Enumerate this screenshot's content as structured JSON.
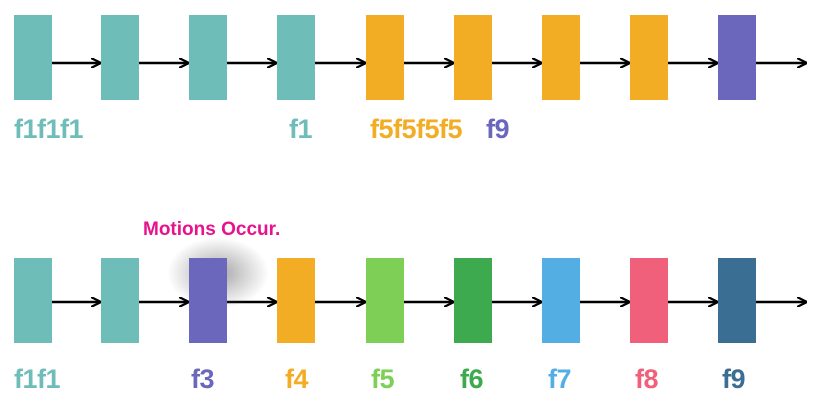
{
  "colors": {
    "teal": "#6fbdb9",
    "orange": "#f2ad24",
    "purple": "#6a67bd",
    "green_light": "#7dcf55",
    "green_dark": "#3daa4f",
    "blue": "#53aee4",
    "pink": "#f0607a",
    "navy": "#3a6e92",
    "annotation": "#e8128c"
  },
  "row1": {
    "boxes": [
      "teal",
      "teal",
      "teal",
      "teal",
      "orange",
      "orange",
      "orange",
      "orange",
      "purple"
    ],
    "label_groups": [
      {
        "text": "f1f1f1",
        "color": "teal"
      },
      {
        "text": "f1",
        "color": "teal"
      },
      {
        "text": "f5f5f5f5",
        "color": "orange"
      },
      {
        "text": "f9",
        "color": "purple"
      }
    ]
  },
  "row2": {
    "boxes": [
      "teal",
      "teal",
      "purple",
      "orange",
      "green_light",
      "green_dark",
      "blue",
      "pink",
      "navy"
    ],
    "labels": [
      {
        "text": "f1f1",
        "color": "teal"
      },
      {
        "text": "f3",
        "color": "purple"
      },
      {
        "text": "f4",
        "color": "orange"
      },
      {
        "text": "f5",
        "color": "green_light"
      },
      {
        "text": "f6",
        "color": "green_dark"
      },
      {
        "text": "f7",
        "color": "blue"
      },
      {
        "text": "f8",
        "color": "pink"
      },
      {
        "text": "f9",
        "color": "navy"
      }
    ]
  },
  "annotation": "Motions Occur."
}
